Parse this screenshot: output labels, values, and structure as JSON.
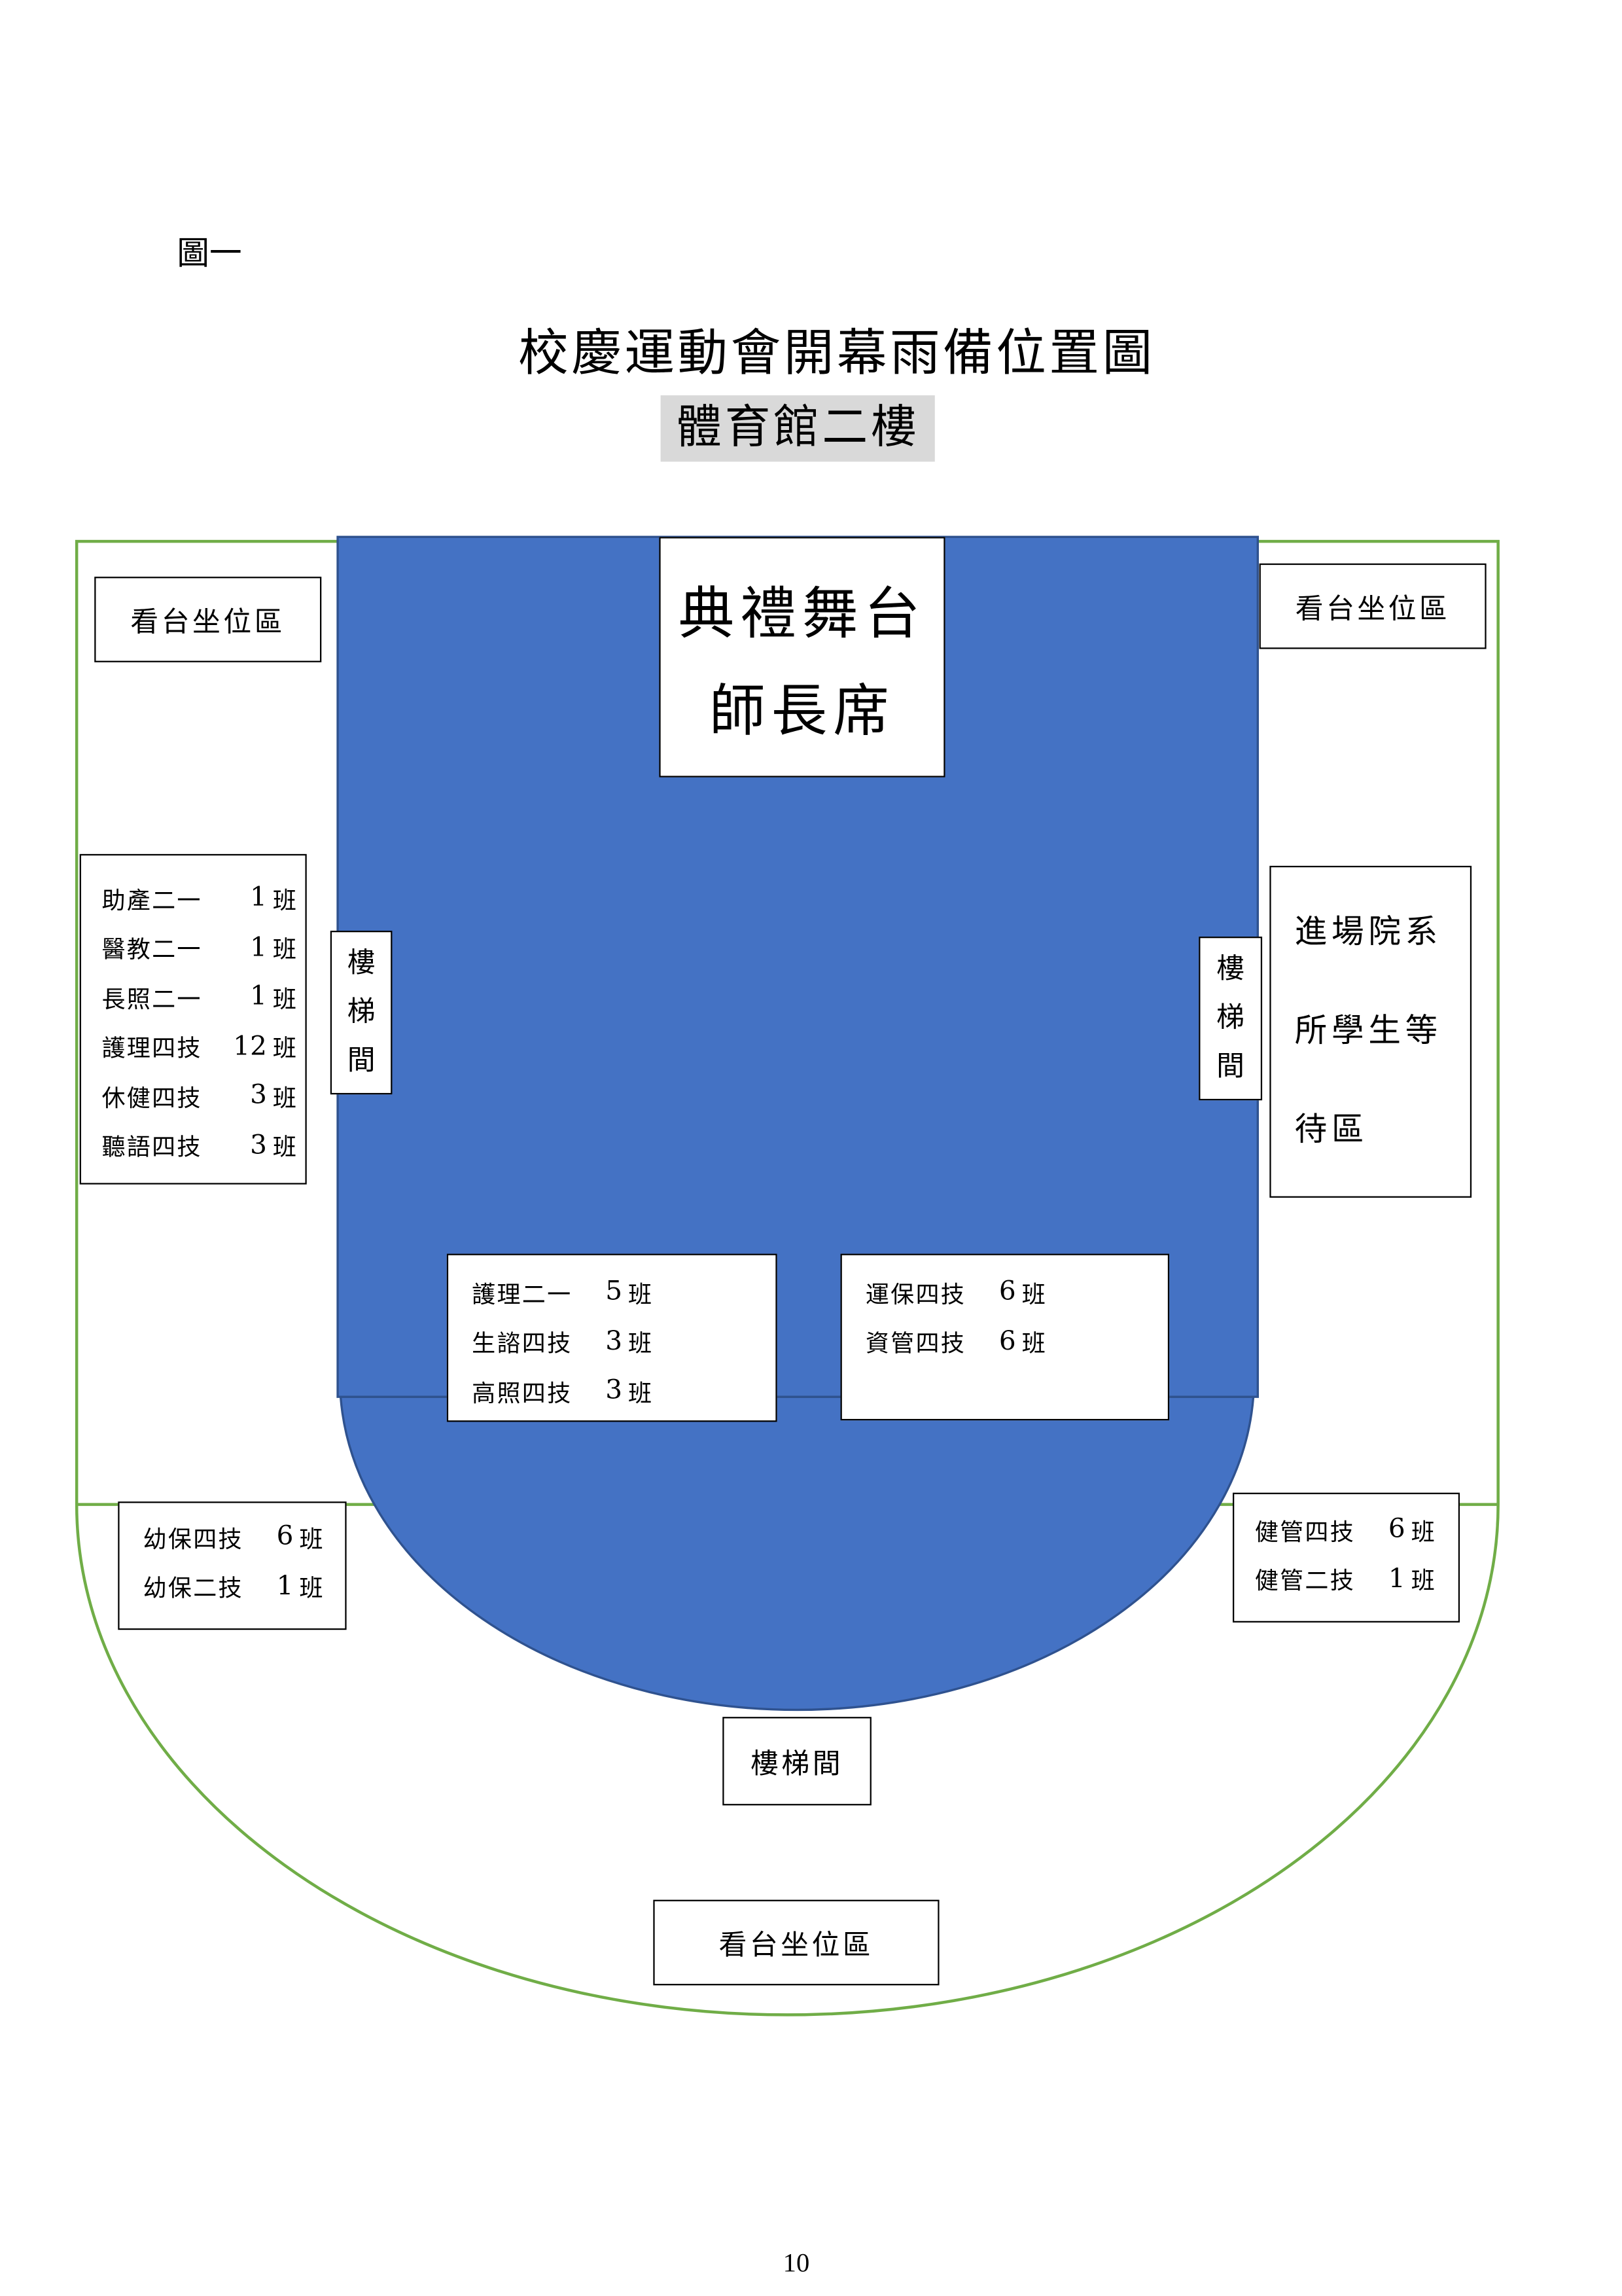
{
  "figure_label": "圖一",
  "title": "校慶運動會開幕雨備位置圖",
  "subtitle": "體育館二樓",
  "stage": {
    "line1": "典禮舞台",
    "line2": "師長席"
  },
  "stands": {
    "left": "看台坐位區",
    "right": "看台坐位區",
    "bottom": "看台坐位區"
  },
  "stairs": {
    "left": [
      "樓",
      "梯",
      "間"
    ],
    "right": [
      "樓",
      "梯",
      "間"
    ],
    "bottom": "樓梯間"
  },
  "waiting_area": [
    "進場院系",
    "所學生等",
    "待區"
  ],
  "left_list": [
    {
      "name": "助產二一",
      "count": "1",
      "unit": "班"
    },
    {
      "name": "醫教二一",
      "count": "1",
      "unit": "班"
    },
    {
      "name": "長照二一",
      "count": "1",
      "unit": "班"
    },
    {
      "name": "護理四技",
      "count": "12",
      "unit": "班"
    },
    {
      "name": "休健四技",
      "count": "3",
      "unit": "班"
    },
    {
      "name": "聽語四技",
      "count": "3",
      "unit": "班"
    }
  ],
  "center_left_list": [
    {
      "name": "護理二一",
      "count": "5",
      "unit": "班"
    },
    {
      "name": "生諮四技",
      "count": "3",
      "unit": "班"
    },
    {
      "name": "高照四技",
      "count": "3",
      "unit": "班"
    }
  ],
  "center_right_list": [
    {
      "name": "運保四技",
      "count": "6",
      "unit": "班"
    },
    {
      "name": "資管四技",
      "count": "6",
      "unit": "班"
    }
  ],
  "bottom_left_list": [
    {
      "name": "幼保四技",
      "count": "6",
      "unit": "班"
    },
    {
      "name": "幼保二技",
      "count": "1",
      "unit": "班"
    }
  ],
  "bottom_right_list": [
    {
      "name": "健管四技",
      "count": "6",
      "unit": "班"
    },
    {
      "name": "健管二技",
      "count": "1",
      "unit": "班"
    }
  ],
  "page_number": "10",
  "colors": {
    "floor": "#4472c4",
    "outline": "#70ad47",
    "subtitle_bg": "#d9d9d9"
  }
}
